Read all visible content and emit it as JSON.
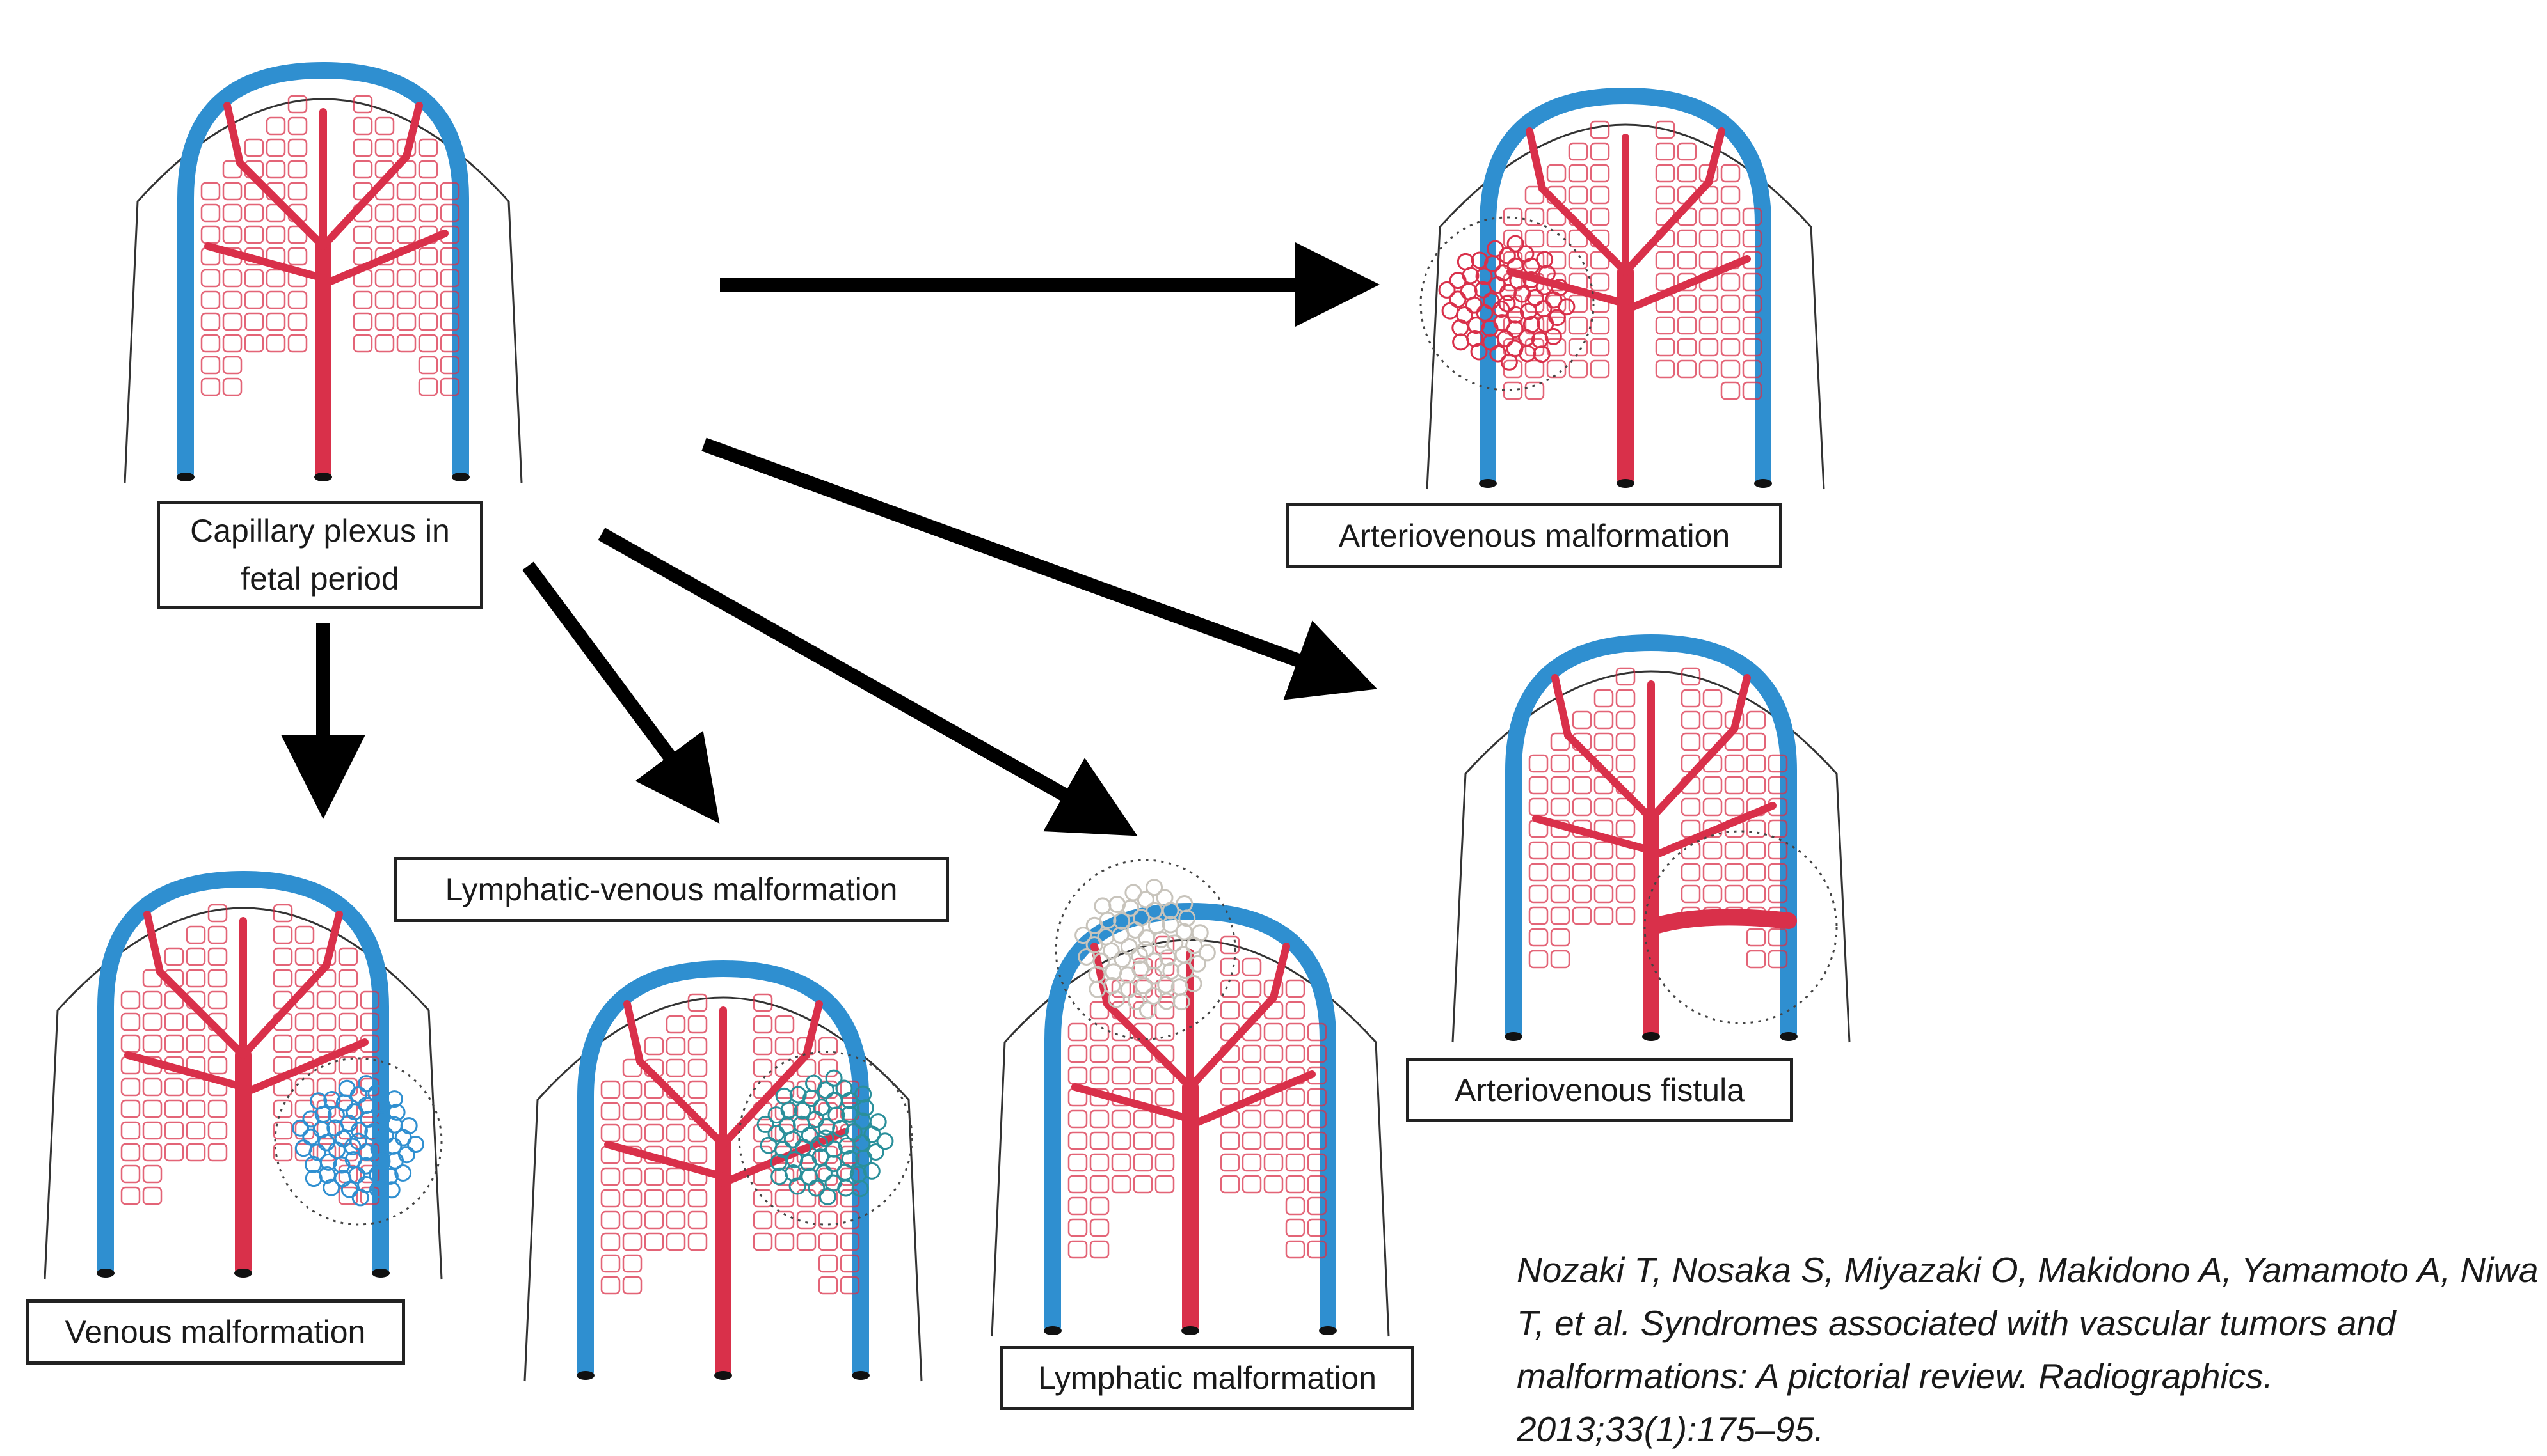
{
  "labels": {
    "capillary_plexus": "Capillary plexus in fetal period",
    "arteriovenous_malformation": "Arteriovenous malformation",
    "arteriovenous_fistula": "Arteriovenous fistula",
    "lymphatic_venous_malformation": "Lymphatic-venous malformation",
    "venous_malformation": "Venous malformation",
    "lymphatic_malformation": "Lymphatic malformation"
  },
  "citation": "Nozaki T, Nosaka S, Miyazaki O, Makidono A, Yamamoto A, Niwa T, et al. Syndromes associated with vascular tumors and malformations: A pictorial review. Radiographics. 2013;33(1):175–95.",
  "colors": {
    "artery": "#d9304a",
    "vein": "#2f8fd0",
    "lymph": "#c8c4bc",
    "outline": "#333333",
    "arrow": "#000000"
  },
  "icons": {
    "fistula_marker": "dotted-circle",
    "arrow": "black-arrow"
  }
}
